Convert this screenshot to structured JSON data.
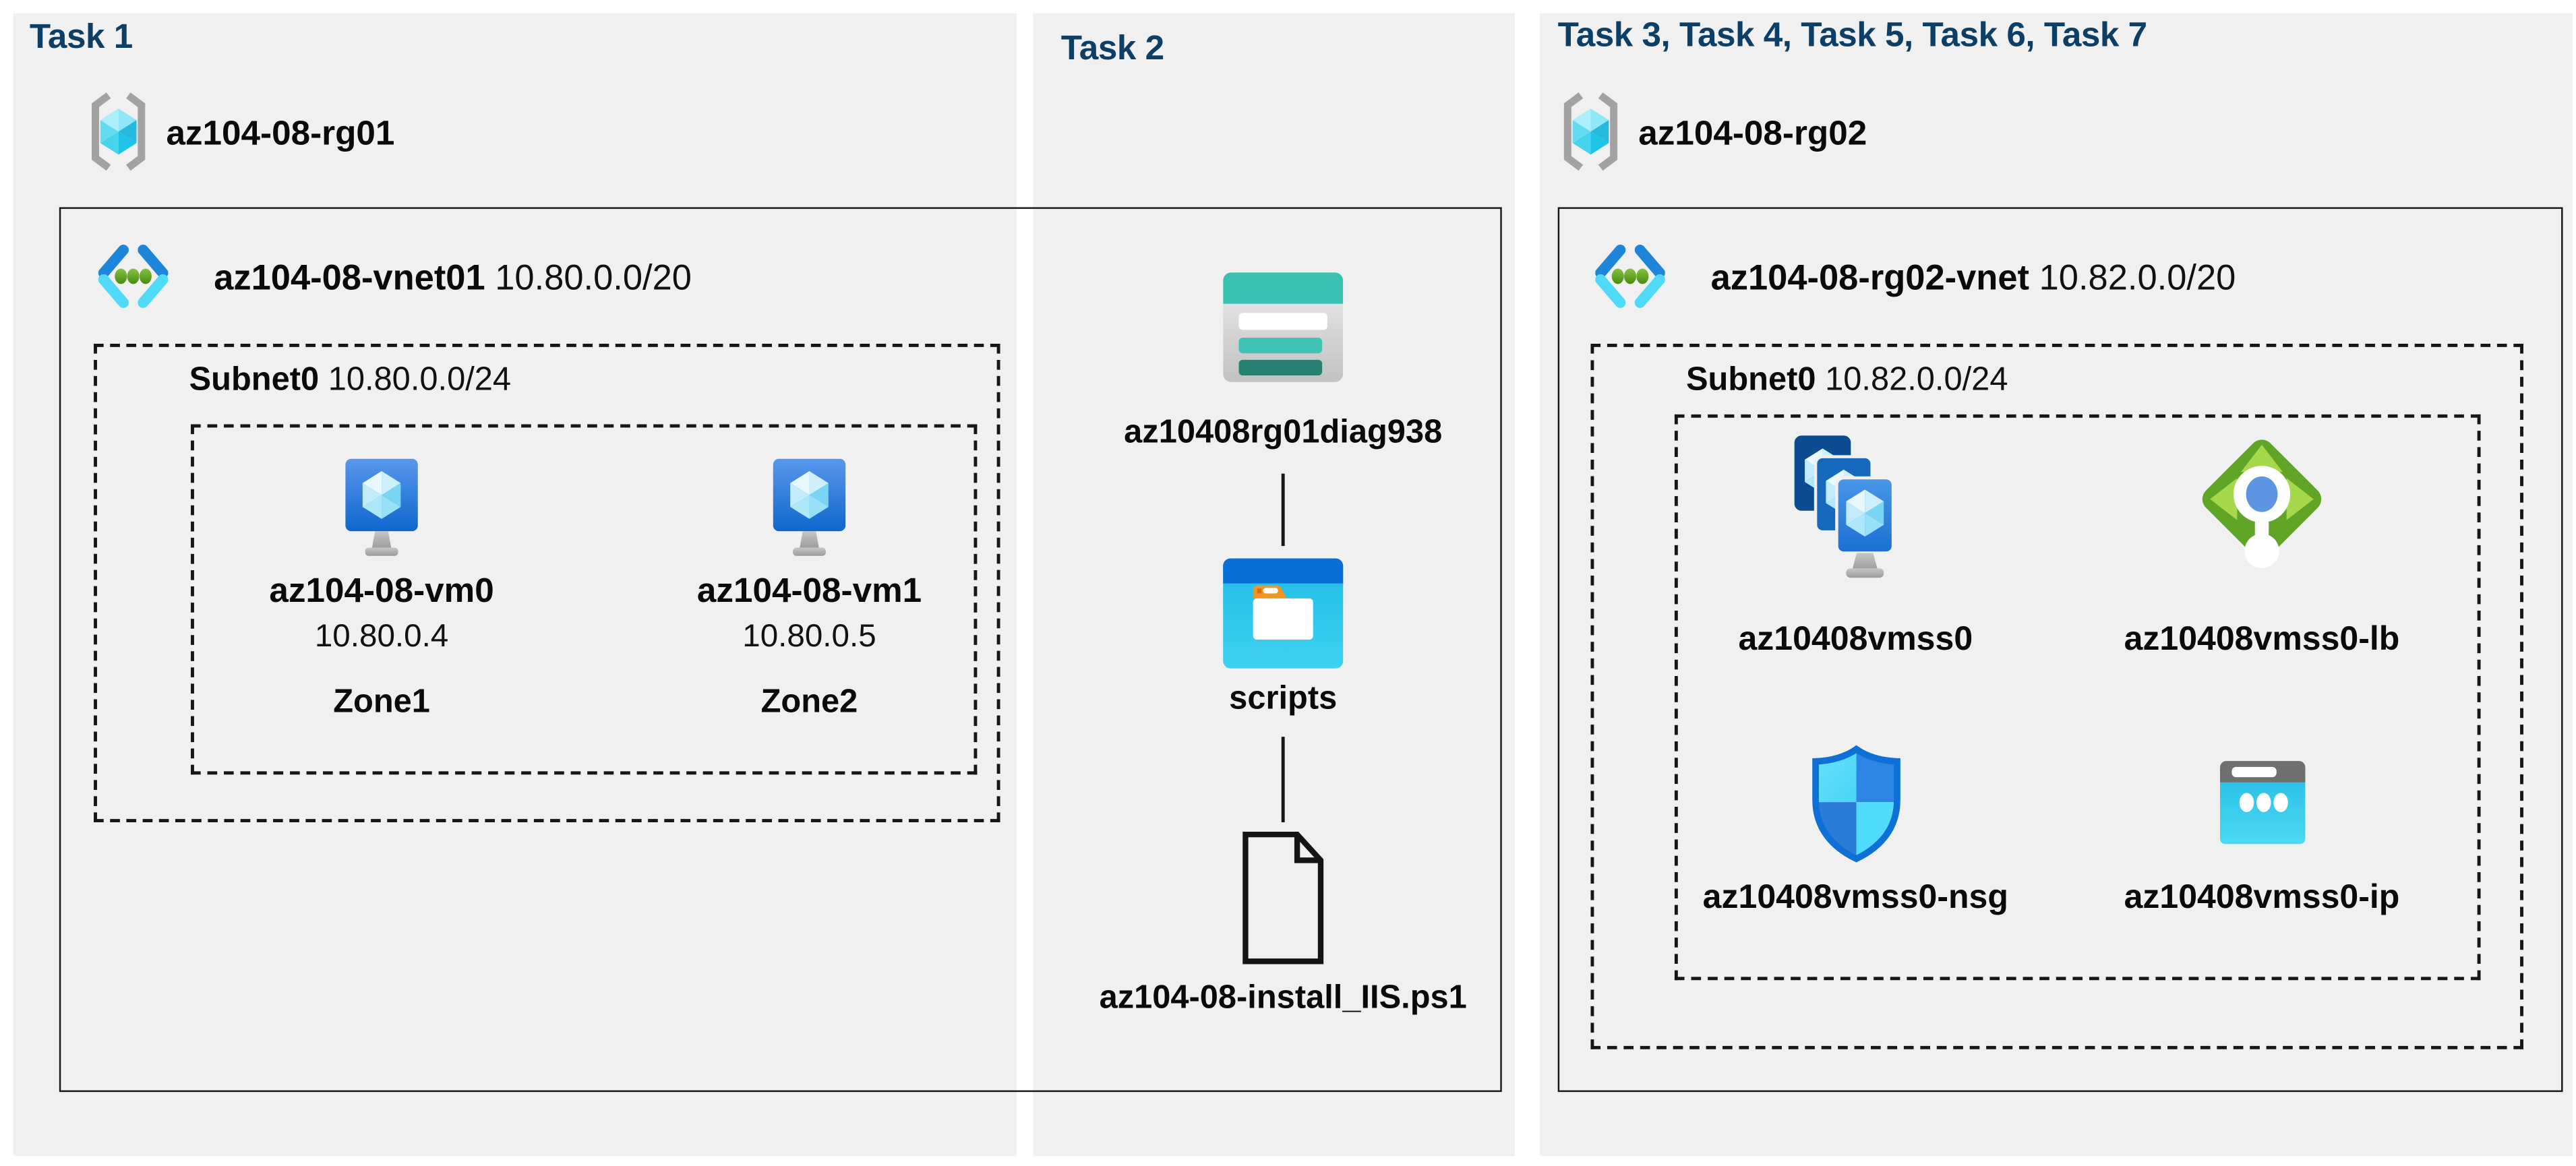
{
  "colors": {
    "panel_bg": "#f0f0f0",
    "title": "#0d3f66",
    "text": "#0a0a0a",
    "line": "#161616",
    "azure_blue": "#2e85e0",
    "cyan": "#2ec2ea",
    "teal": "#39c2b2",
    "green": "#61a527"
  },
  "task1": {
    "title": "Task 1",
    "resource_group": "az104-08-rg01",
    "vnet": {
      "name": "az104-08-vnet01",
      "cidr": "10.80.0.0/20"
    },
    "subnet": {
      "name": "Subnet0",
      "cidr": "10.80.0.0/24"
    },
    "vms": [
      {
        "name": "az104-08-vm0",
        "ip": "10.80.0.4",
        "zone": "Zone1",
        "icon": "virtual-machine-icon"
      },
      {
        "name": "az104-08-vm1",
        "ip": "10.80.0.5",
        "zone": "Zone2",
        "icon": "virtual-machine-icon"
      }
    ]
  },
  "task2": {
    "title": "Task 2",
    "storage_account": "az10408rg01diag938",
    "container": "scripts",
    "file": "az104-08-install_IIS.ps1",
    "icons": [
      "storage-account-icon",
      "blob-container-icon",
      "file-document-icon"
    ]
  },
  "task3": {
    "title": "Task 3, Task 4, Task 5, Task 6, Task 7",
    "resource_group": "az104-08-rg02",
    "vnet": {
      "name": "az104-08-rg02-vnet",
      "cidr": "10.82.0.0/20"
    },
    "subnet": {
      "name": "Subnet0",
      "cidr": "10.82.0.0/24"
    },
    "vmss": "az10408vmss0",
    "load_balancer": "az10408vmss0-lb",
    "nsg": "az10408vmss0-nsg",
    "public_ip": "az10408vmss0-ip"
  }
}
